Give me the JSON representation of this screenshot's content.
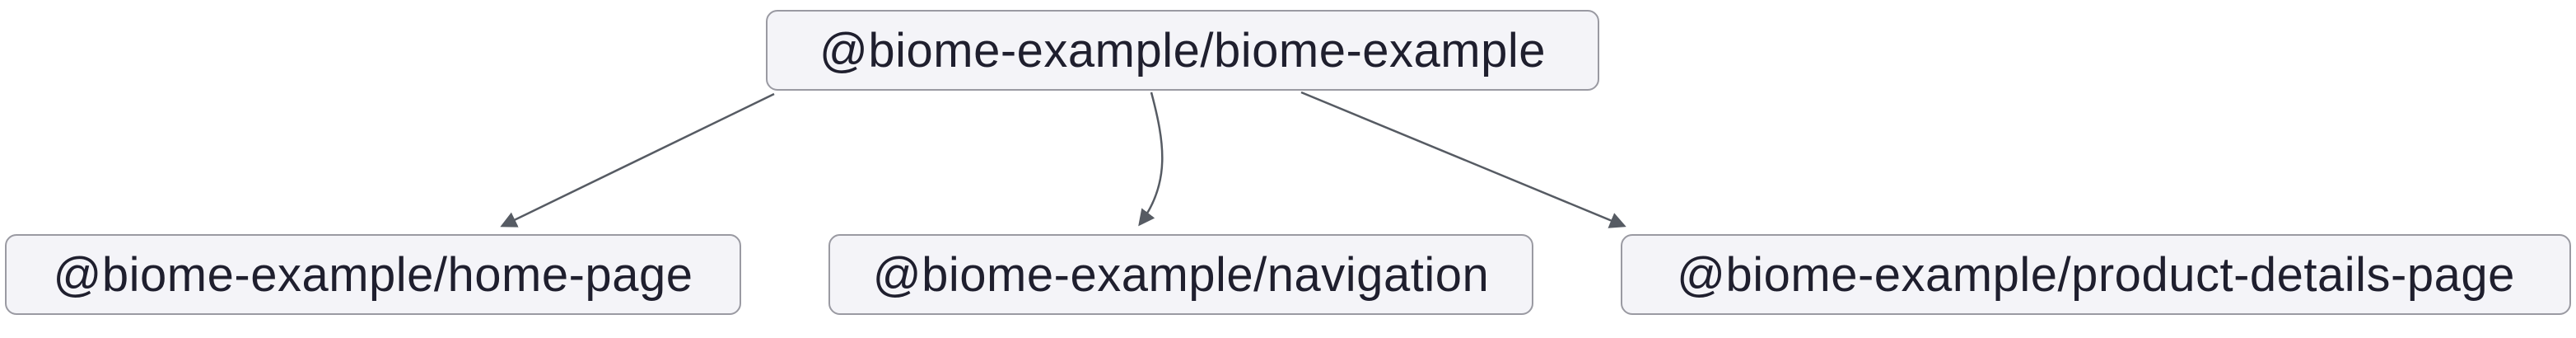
{
  "diagram": {
    "type": "dependency-graph",
    "root": {
      "label": "@biome-example/biome-example"
    },
    "children": [
      {
        "label": "@biome-example/home-page"
      },
      {
        "label": "@biome-example/navigation"
      },
      {
        "label": "@biome-example/product-details-page"
      }
    ],
    "edges": [
      {
        "from": "@biome-example/biome-example",
        "to": "@biome-example/home-page"
      },
      {
        "from": "@biome-example/biome-example",
        "to": "@biome-example/navigation"
      },
      {
        "from": "@biome-example/biome-example",
        "to": "@biome-example/product-details-page"
      }
    ]
  },
  "colors": {
    "node_fill": "#f4f4f8",
    "node_border": "#9a9aa2",
    "node_text": "#1f1f2e",
    "edge": "#565b63",
    "background": "#ffffff"
  }
}
